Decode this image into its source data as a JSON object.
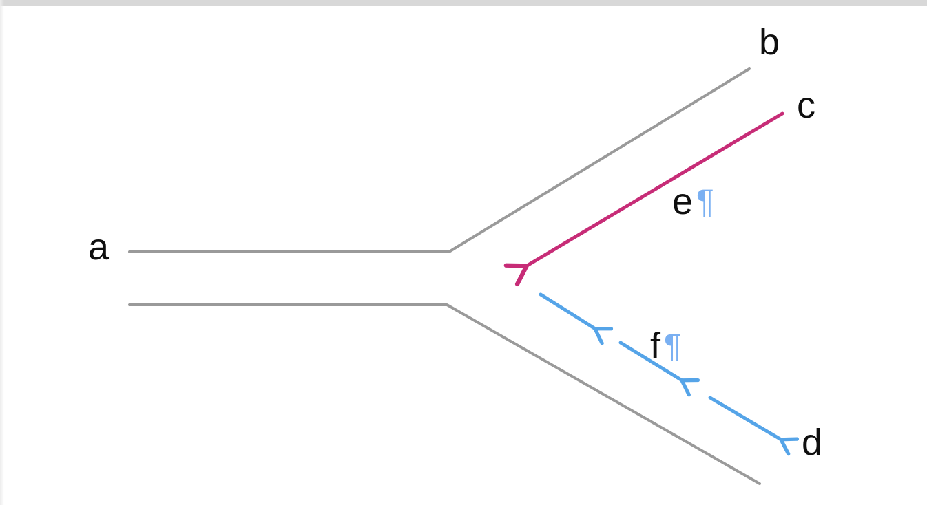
{
  "canvas": {
    "background": "#ffffff",
    "top_bar_color": "#d8d8d8"
  },
  "diagram": {
    "colors": {
      "road": "#9a9a9a",
      "merge_arrow": "#c72c77",
      "diverge_arrow": "#55a4e8",
      "pilcrow": "#7ab0f2",
      "label": "#0f0f0f"
    },
    "labels": {
      "a": "a",
      "b": "b",
      "c": "c",
      "d": "d",
      "e": "e",
      "f": "f",
      "pilcrow": "¶"
    }
  }
}
